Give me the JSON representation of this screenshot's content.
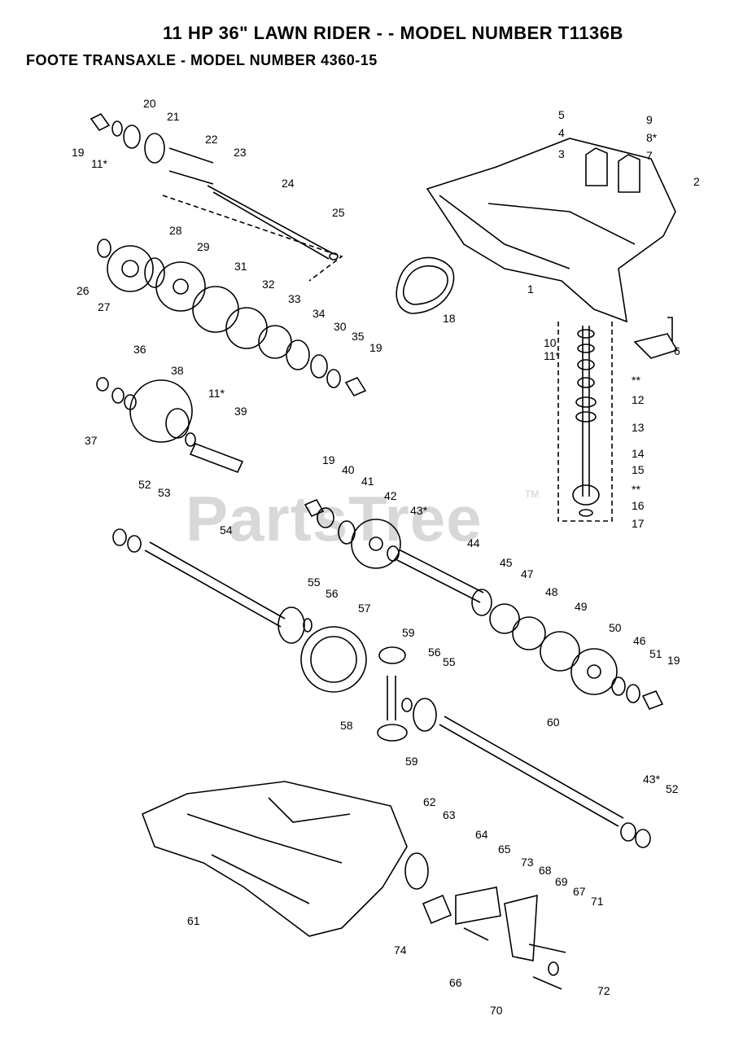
{
  "header": {
    "title": "11 HP 36\" LAWN RIDER - - MODEL NUMBER T1136B",
    "subtitle": "FOOTE  TRANSAXLE - MODEL NUMBER 4360-15"
  },
  "watermark": {
    "text": "PartsTree",
    "trademark": "TM"
  },
  "callouts": [
    "19",
    "20",
    "11*",
    "21",
    "22",
    "23",
    "24",
    "25",
    "26",
    "27",
    "28",
    "29",
    "31",
    "32",
    "33",
    "34",
    "30",
    "35",
    "19",
    "36",
    "38",
    "37",
    "11*",
    "39",
    "5",
    "4",
    "3",
    "9",
    "8*",
    "7",
    "2",
    "1",
    "18",
    "10",
    "11*",
    "**",
    "12",
    "13",
    "14",
    "15",
    "**",
    "16",
    "17",
    "6",
    "19",
    "40",
    "41",
    "42",
    "43*",
    "52",
    "53",
    "54",
    "44",
    "45",
    "47",
    "48",
    "49",
    "50",
    "46",
    "51",
    "19",
    "55",
    "56",
    "57",
    "59",
    "56",
    "55",
    "58",
    "59",
    "60",
    "43*",
    "52",
    "61",
    "62",
    "63",
    "64",
    "65",
    "73",
    "68",
    "69",
    "67",
    "71",
    "74",
    "66",
    "70",
    "72"
  ]
}
